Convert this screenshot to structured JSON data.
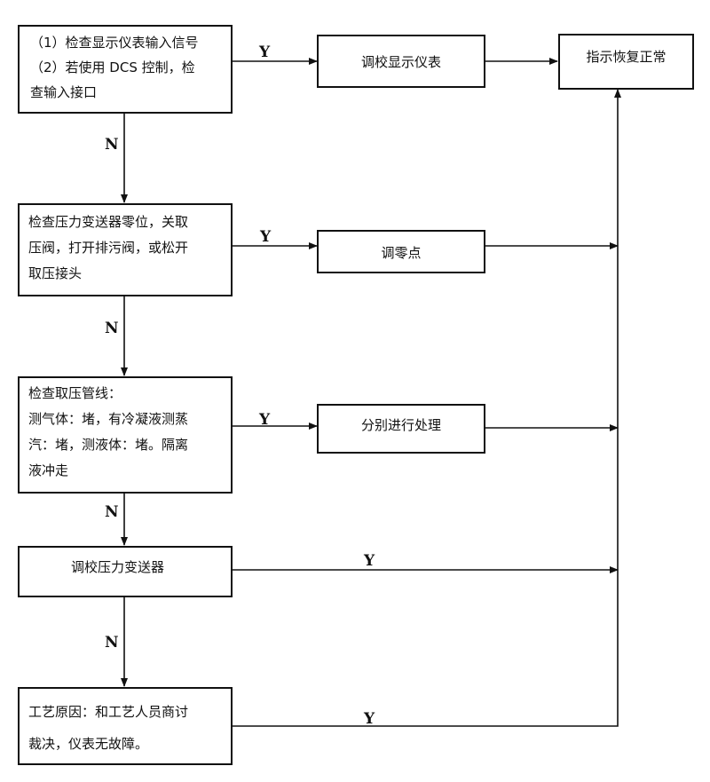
{
  "flowchart": {
    "steps": [
      {
        "lines": [
          "（1）检查显示仪表输入信号",
          "（2）若使用 DCS 控制，检",
          "查输入接口"
        ],
        "yes_label": "Y",
        "no_label": "N"
      },
      {
        "lines": [
          "检查压力变送器零位，关取",
          "压阀，打开排污阀，或松开",
          "取压接头"
        ],
        "yes_label": "Y",
        "no_label": "N"
      },
      {
        "lines": [
          "检查取压管线：",
          "测气体：堵，有冷凝液测蒸",
          "汽：堵，测液体：堵。隔离",
          "液冲走"
        ],
        "yes_label": "Y",
        "no_label": "N"
      },
      {
        "lines": [
          "调校压力变送器"
        ],
        "yes_label": "Y",
        "no_label": "N"
      },
      {
        "lines": [
          "工艺原因：和工艺人员商讨",
          "裁决，仪表无故障。"
        ],
        "yes_label": "Y"
      }
    ],
    "actions": [
      "调校显示仪表",
      "调零点",
      "分别进行处理"
    ],
    "result": "指示恢复正常",
    "colors": {
      "line": "#111111",
      "box_border": "#111111",
      "background": "#ffffff"
    }
  }
}
